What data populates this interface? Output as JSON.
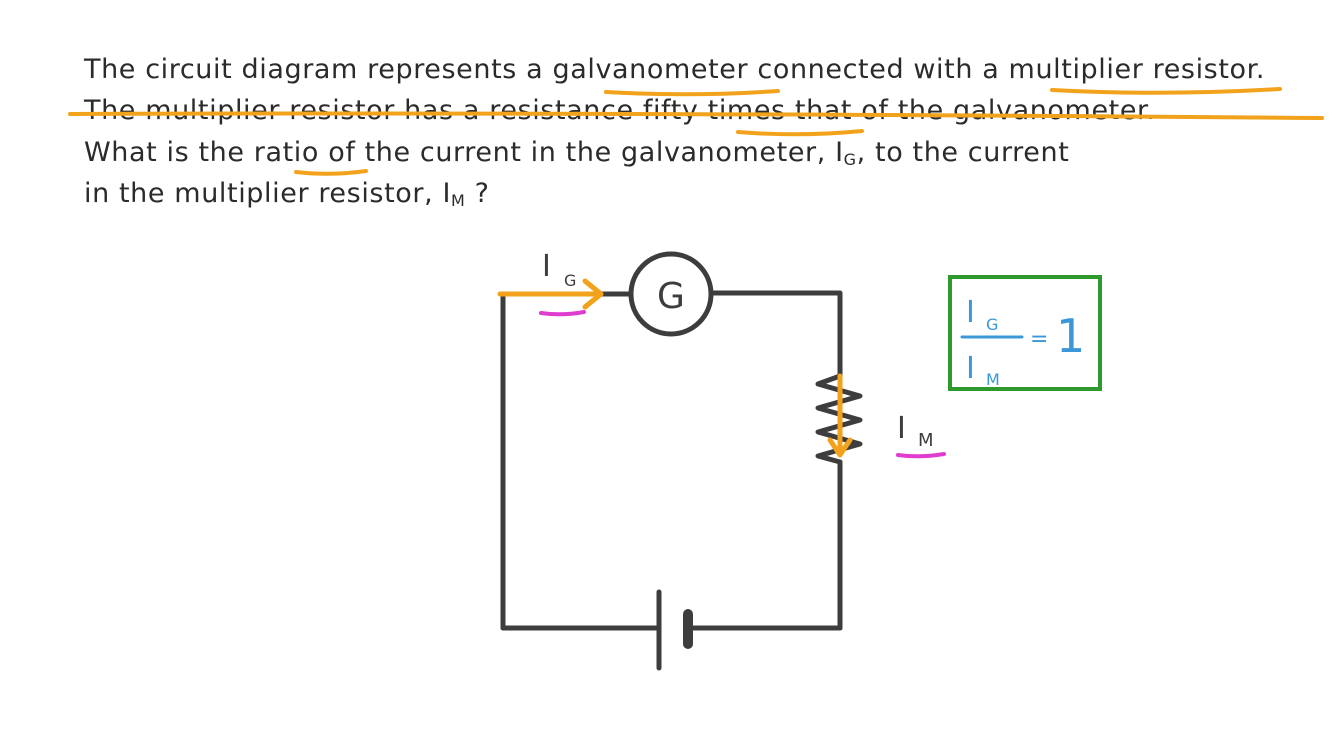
{
  "question": {
    "line1": "The circuit diagram represents a galvanometer connected with a multiplier resistor.",
    "line2": "The multiplier resistor has a resistance fifty times that of the galvanometer.",
    "line3": "What is the ratio of the current in the galvanometer, I",
    "line3_sub": "G",
    "line3_end": ", to the current",
    "line4": "in the multiplier resistor, I",
    "line4_sub": "M",
    "line4_end": " ?"
  },
  "diagram": {
    "galvanometer_symbol": "G",
    "current_label_I": "I",
    "current_g_sub": "G",
    "current_m_sub": "M"
  },
  "answer": {
    "numerator": "I",
    "numerator_sub": "G",
    "denominator": "I",
    "denominator_sub": "M",
    "equals": "=",
    "value": "1"
  },
  "colors": {
    "ink": "#3d3d3d",
    "highlight": "#f2a21b",
    "underline": "#e03ccf",
    "answer_text": "#3a97d8",
    "answer_box": "#2e9a2e"
  }
}
